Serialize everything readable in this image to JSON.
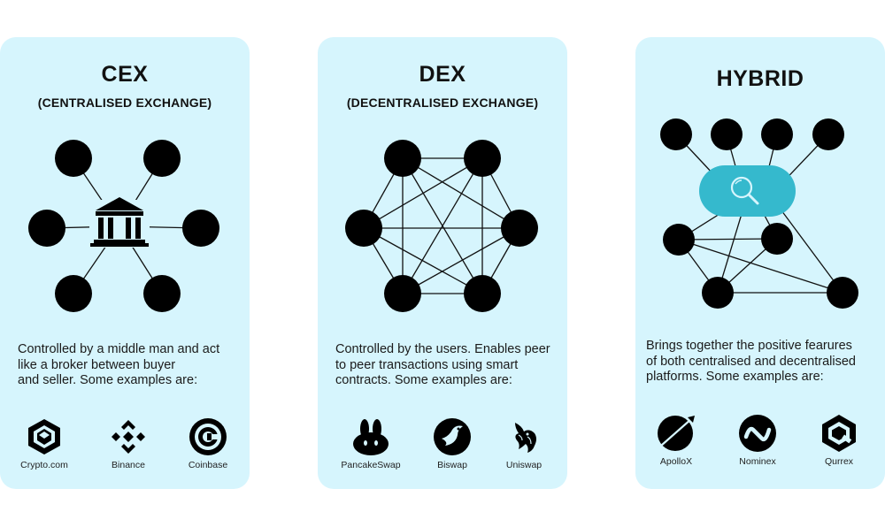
{
  "cards": {
    "cex": {
      "title": "CEX",
      "subtitle": "(CENTRALISED EXCHANGE)",
      "description": [
        "Controlled by a middle man and act",
        "like a broker between buyer",
        "and seller. Some examples are:"
      ],
      "examples": [
        "Crypto.com",
        "Binance",
        "Coinbase"
      ],
      "center_icon": "bank-icon"
    },
    "dex": {
      "title": "DEX",
      "subtitle": "(DECENTRALISED EXCHANGE)",
      "description": [
        "Controlled by the users. Enables peer",
        "to peer transactions using smart",
        "contracts. Some examples are:"
      ],
      "examples": [
        "PancakeSwap",
        "Biswap",
        "Uniswap"
      ]
    },
    "hybrid": {
      "title": "HYBRID",
      "description": [
        "Brings together the positive fearures",
        "of both centralised and decentralised",
        "platforms. Some examples are:"
      ],
      "examples": [
        "ApolloX",
        "Nominex",
        "Qurrex"
      ],
      "center_icon": "search-icon"
    }
  },
  "colors": {
    "card_background": "#d6f5fd",
    "node": "#000000",
    "hub": "#35b9cd"
  }
}
